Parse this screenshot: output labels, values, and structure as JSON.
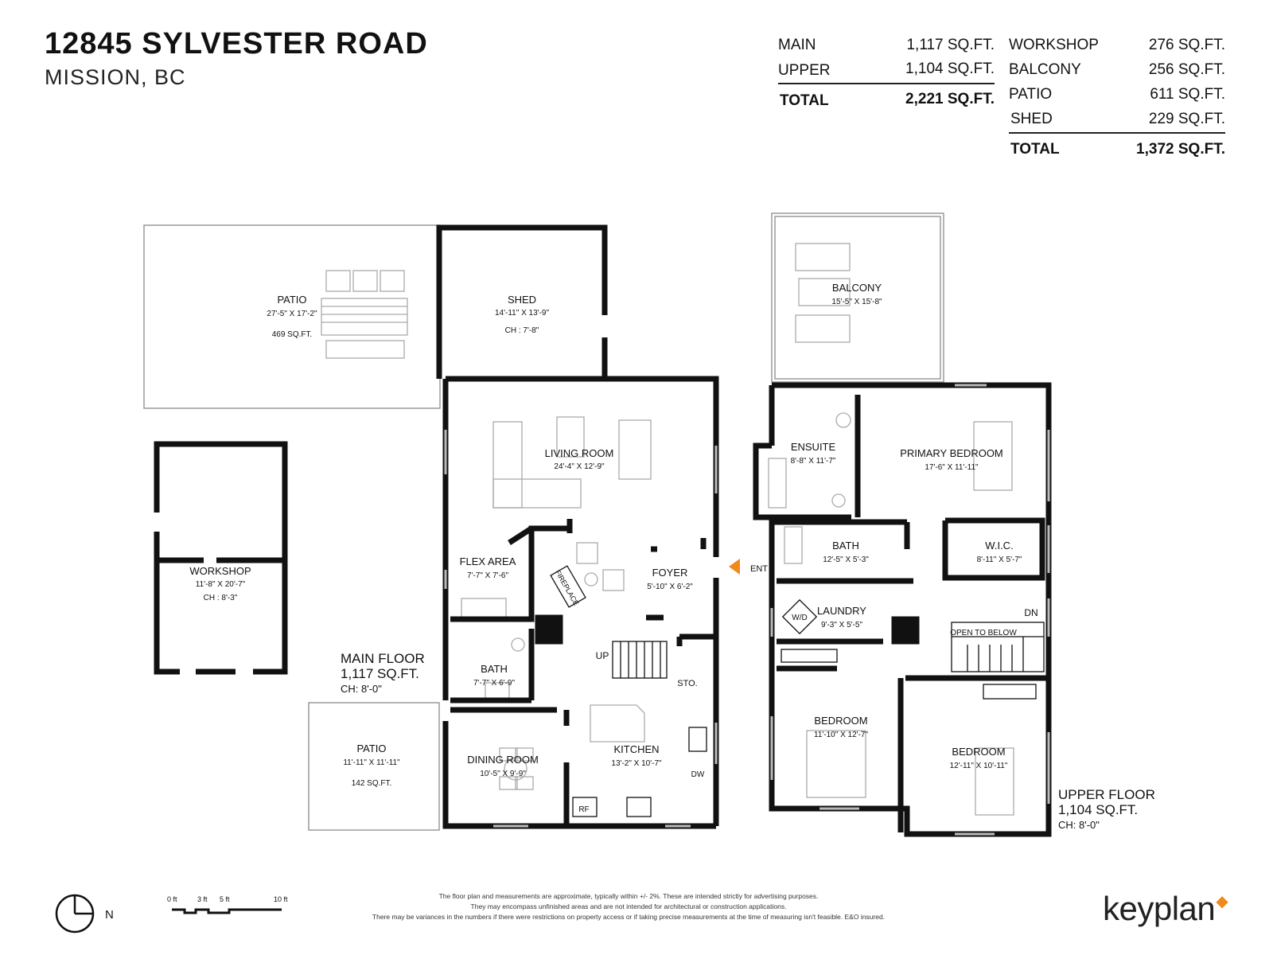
{
  "header": {
    "address": "12845 SYLVESTER ROAD",
    "city": "MISSION, BC"
  },
  "areas_left": {
    "rows": [
      {
        "label": "MAIN",
        "value": "1,117 SQ.FT."
      },
      {
        "label": "UPPER",
        "value": "1,104 SQ.FT."
      }
    ],
    "total": {
      "label": "TOTAL",
      "value": "2,221 SQ.FT."
    }
  },
  "areas_right": {
    "rows": [
      {
        "label": "WORKSHOP",
        "value": "276 SQ.FT."
      },
      {
        "label": "BALCONY",
        "value": "256 SQ.FT."
      },
      {
        "label": "PATIO",
        "value": "611 SQ.FT."
      },
      {
        "label": "SHED",
        "value": "229 SQ.FT."
      }
    ],
    "total": {
      "label": "TOTAL",
      "value": "1,372 SQ.FT."
    }
  },
  "main_floor": {
    "title": "MAIN FLOOR",
    "area": "1,117 SQ.FT.",
    "ceiling": "CH: 8'-0\"",
    "rooms": {
      "patio_top": {
        "name": "PATIO",
        "dims": "27'-5\"  X  17'-2\"",
        "area": "469 SQ.FT."
      },
      "shed": {
        "name": "SHED",
        "dims": "14'-11\"  X  13'-9\"",
        "ceiling": "CH : 7'-8\""
      },
      "workshop": {
        "name": "WORKSHOP",
        "dims": "11'-8\"  X  20'-7\"",
        "ceiling": "CH : 8'-3\""
      },
      "living": {
        "name": "LIVING ROOM",
        "dims": "24'-4\"  X  12'-9\""
      },
      "flex": {
        "name": "FLEX AREA",
        "dims": "7'-7\"  X  7'-6\""
      },
      "foyer": {
        "name": "FOYER",
        "dims": "5'-10\"  X  6'-2\""
      },
      "bath": {
        "name": "BATH",
        "dims": "7'-7\"  X  6'-9\""
      },
      "dining": {
        "name": "DINING ROOM",
        "dims": "10'-5\"  X  9'-9\""
      },
      "kitchen": {
        "name": "KITCHEN",
        "dims": "13'-2\"  X  10'-7\""
      },
      "patio_bottom": {
        "name": "PATIO",
        "dims": "11'-11\"  X  11'-11\"",
        "area": "142 SQ.FT."
      }
    },
    "labels": {
      "fireplace": "FIREPLACE",
      "up": "UP",
      "sto": "STO.",
      "dw": "DW",
      "rf": "RF",
      "ent": "ENT"
    }
  },
  "upper_floor": {
    "title": "UPPER FLOOR",
    "area": "1,104 SQ.FT.",
    "ceiling": "CH: 8'-0\"",
    "rooms": {
      "balcony": {
        "name": "BALCONY",
        "dims": "15'-5\"  X  15'-8\""
      },
      "ensuite": {
        "name": "ENSUITE",
        "dims": "8'-8\"  X  11'-7\""
      },
      "primary": {
        "name": "PRIMARY BEDROOM",
        "dims": "17'-6\"  X  11'-11\""
      },
      "bath": {
        "name": "BATH",
        "dims": "12'-5\"  X  5'-3\""
      },
      "wic": {
        "name": "W.I.C.",
        "dims": "8'-11\"  X  5'-7\""
      },
      "laundry": {
        "name": "LAUNDRY",
        "dims": "9'-3\"  X  5'-5\""
      },
      "bedroom1": {
        "name": "BEDROOM",
        "dims": "11'-10\"  X  12'-7\""
      },
      "bedroom2": {
        "name": "BEDROOM",
        "dims": "12'-11\"  X  10'-11\""
      }
    },
    "labels": {
      "wd": "W/D",
      "dn": "DN",
      "open_below": "OPEN TO BELOW"
    }
  },
  "legend": {
    "north": "N",
    "scale": [
      "0 ft",
      "3 ft",
      "5 ft",
      "10 ft"
    ]
  },
  "disclaimer": [
    "The floor plan and measurements are approximate, typically within +/- 2%. These are intended strictly for advertising purposes.",
    "They may encompass unfinished areas and are not intended for architectural or construction applications.",
    "There may be variances in the numbers if there were restrictions on property access or if taking precise measurements at the time of measuring isn't feasible. E&O insured."
  ],
  "brand": "keyplan",
  "colors": {
    "wall": "#111111",
    "thin": "#9a9a9a",
    "accent": "#f08a1d"
  }
}
